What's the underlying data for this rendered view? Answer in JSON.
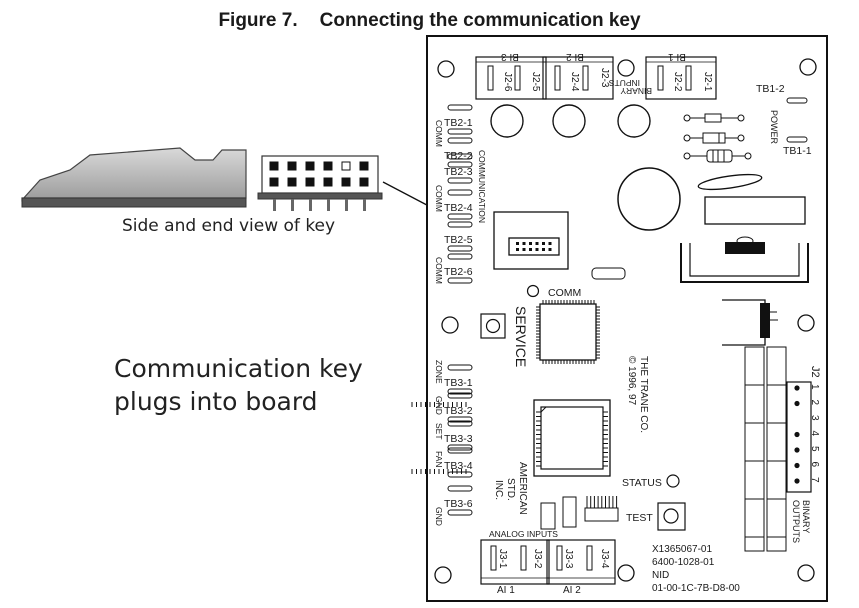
{
  "figure": {
    "number": "Figure 7.",
    "title": "Connecting the communication key"
  },
  "key_view_label": "Side and end view of key",
  "plug_label": [
    "Communication key",
    "plugs into board"
  ],
  "board": {
    "bi_labels": [
      "BI 3",
      "BI 2",
      "BI 1"
    ],
    "j2_connectors": [
      "J2-6",
      "J2-5",
      "J2-4",
      "J2-3",
      "J2-2",
      "J2-1"
    ],
    "binary_inputs_label": [
      "BINARY",
      "INPUTS"
    ],
    "tb1": [
      "TB1-2",
      "TB1-1"
    ],
    "power_label": "POWER",
    "tb2": [
      "TB2-1",
      "TB2-2",
      "TB2-3",
      "TB2-4",
      "TB2-5",
      "TB2-6"
    ],
    "comm_side_labels": [
      "COMM",
      "COMM",
      "COMM"
    ],
    "communication_label": "COMMUNICATION",
    "comm_led_label": "COMM",
    "service_label": "SERVICE",
    "copyright": [
      "THE TRANE CO.",
      "© 1996, 97"
    ],
    "tb3": [
      "TB3-1",
      "TB3-2",
      "TB3-3",
      "TB3-4",
      "TB3-6"
    ],
    "tb3_side_labels": [
      "ZONE",
      "GND",
      "SET",
      "FAN",
      "GND"
    ],
    "american_standard": [
      "AMERICAN",
      "STD.",
      "INC."
    ],
    "status_label": "STATUS",
    "test_label": "TEST",
    "analog_inputs_label": "ANALOG INPUTS",
    "j3_connectors": [
      "J3-1",
      "J3-2",
      "J3-3",
      "J3-4"
    ],
    "ai_labels": [
      "AI 1",
      "AI 2"
    ],
    "part_numbers": [
      "X1365067-01",
      "6400-1028-01",
      "NID",
      "01-00-1C-7B-D8-00"
    ],
    "j2_right_label": "J2",
    "output_pins": [
      "1",
      "2",
      "3",
      "4",
      "5",
      "6",
      "7"
    ],
    "binary_outputs_label": [
      "BINARY",
      "OUTPUTS"
    ]
  }
}
